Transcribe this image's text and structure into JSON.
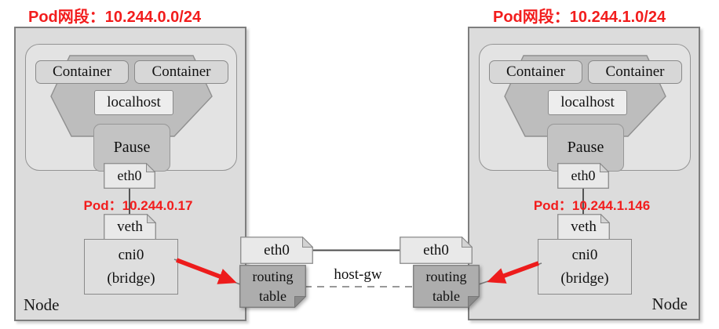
{
  "titles": {
    "pod_cidr_left": "Pod网段：10.244.0.0/24",
    "pod_cidr_right": "Pod网段：10.244.1.0/24"
  },
  "node_left": {
    "container_1": "Container",
    "container_2": "Container",
    "localhost": "localhost",
    "pause": "Pause",
    "eth0": "eth0",
    "pod_ip": "Pod：10.244.0.17",
    "veth": "veth",
    "cni0": "cni0\n(bridge)",
    "node_label": "Node"
  },
  "node_right": {
    "container_1": "Container",
    "container_2": "Container",
    "localhost": "localhost",
    "pause": "Pause",
    "eth0": "eth0",
    "pod_ip": "Pod：10.244.1.146",
    "veth": "veth",
    "cni0": "cni0\n(bridge)",
    "node_label": "Node"
  },
  "link": {
    "eth0_left": "eth0",
    "eth0_right": "eth0",
    "routing_table_left": "routing\ntable",
    "routing_table_right": "routing\ntable",
    "host_gw": "host-gw"
  },
  "colors": {
    "label_red": "#f21d1d",
    "arrow_red": "#ed1c1c",
    "node_bg": "#dcdcdc",
    "pod_bg": "#e3e3e3",
    "hexagon_bg": "#bdbdbd",
    "routing_table_bg": "#adadad",
    "card_bg": "#e9e9e9"
  }
}
